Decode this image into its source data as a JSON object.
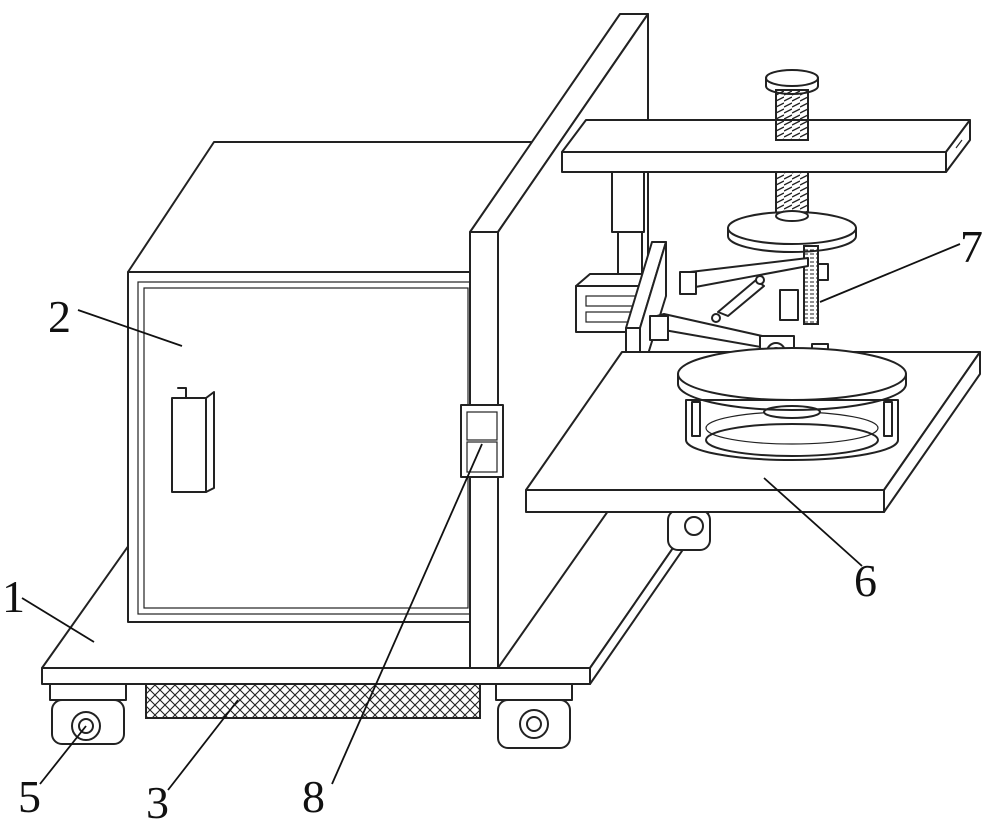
{
  "labels": [
    {
      "id": "1",
      "text": "1"
    },
    {
      "id": "2",
      "text": "2"
    },
    {
      "id": "3",
      "text": "3"
    },
    {
      "id": "5",
      "text": "5"
    },
    {
      "id": "6",
      "text": "6"
    },
    {
      "id": "7",
      "text": "7"
    },
    {
      "id": "8",
      "text": "8"
    }
  ]
}
